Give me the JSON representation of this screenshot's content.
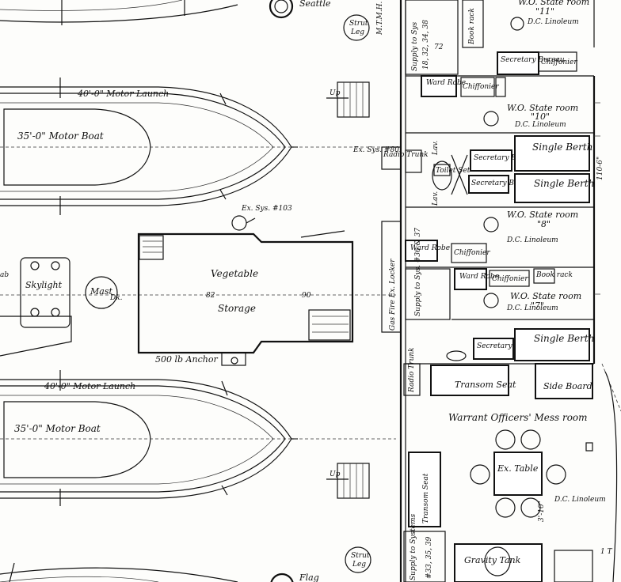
{
  "labels": {
    "seattle": "Seattle",
    "strut_leg_top_1": "Strut",
    "strut_leg_top_2": "Leg",
    "mtmh": "M.T.M.H.",
    "supply_top": "Supply to Sys",
    "supply_top_nums": "18, 32, 34, 38",
    "supply_top_nums2": "72",
    "book_rack": "Book rack",
    "wo_state_room_top": "W.O. State room",
    "wo_state_room_top_num": "\"11\"",
    "dc_linoleum_1": "D.C. Linoleum",
    "launch_top": "40'-0\" Motor Launch",
    "motor_boat_top": "35'-0\" Motor Boat",
    "up_1": "Up",
    "up_2": "Up",
    "secretary_bureau_1": "Secretary Bureau",
    "chiffonier_1": "Chiffonier",
    "ward_robe_1": "Ward Robe",
    "chiffonier_2": "Chiffonier",
    "wo_state_room_10": "W.O. State room",
    "wo_state_room_10_num": "\"10\"",
    "dc_linoleum_2": "D.C. Linoleum",
    "ex_sys_80": "Ex. Sys. #80",
    "radio_trunk": "Radio Trunk",
    "lav_1": "Lav.",
    "lav_2": "Lav.",
    "toilet_set": "Toilet Set",
    "secretary_bureau_2": "Secretary Bureau",
    "single_berth_1": "Single Berth",
    "secretary_bureau_3": "Secretary Bureau",
    "single_berth_2": "Single Berth",
    "ex_sys_103": "Ex. Sys. #103",
    "vegetable": "Vegetable",
    "storage": "Storage",
    "frame_82": "82",
    "frame_90": "90",
    "skylight": "Skylight",
    "mast": "Mast",
    "mast_abbr": "Dk.",
    "anchor": "500 lb Anchor",
    "wo_state_room_8": "W.O. State room",
    "wo_state_room_8_num": "\"8\"",
    "dc_linoleum_3": "D.C. Linoleum",
    "ward_robe_2": "Ward Robe",
    "chiffonier_3": "Chiffonier",
    "ward_robe_3": "Ward Robe",
    "chiffonier_4": "Chiffonier",
    "book_rack_2": "Book rack",
    "wo_state_room_7": "W.O. State room",
    "wo_state_room_7_num": "\"7\"",
    "dc_linoleum_4": "D.C. Linoleum",
    "gas_fire": "Gas Fire Ex. Locker",
    "supply_mid": "Supply to Sys. #36 & 37",
    "secretary_bureau_4": "Secretary Bureau",
    "single_berth_3": "Single Berth",
    "launch_bottom": "40'-0\" Motor Launch",
    "motor_boat_bottom": "35'-0\" Motor Boat",
    "radio_trunk_2": "Radio Trunk",
    "transom_seat": "Transom Seat",
    "side_board": "Side Board",
    "warrant_mess": "Warrant Officers' Mess room",
    "ex_table": "Ex. Table",
    "transom_seat_2": "Transom Seat",
    "dc_linoleum_5": "D.C. Linoleum",
    "supply_bottom": "Supply to Systems",
    "supply_bottom_nums": "#33, 35, 39",
    "gravity_tank": "Gravity Tank",
    "strut_leg_bottom_1": "Strut",
    "strut_leg_bottom_2": "Leg",
    "flag": "Flag",
    "one_ten": "110-6\"",
    "three_ten": "3'-10\"",
    "one_t": "1 T",
    "b": "8",
    "ab": "ab"
  }
}
